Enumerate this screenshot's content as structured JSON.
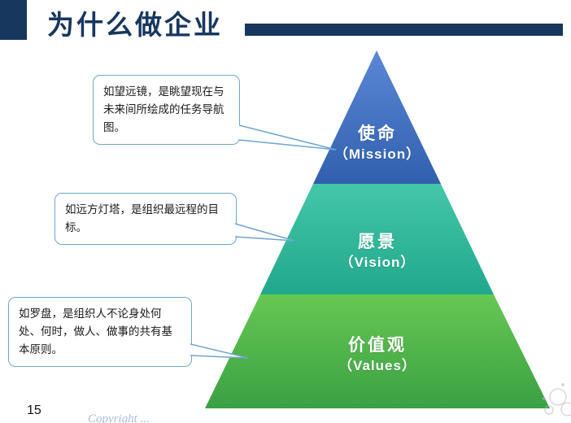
{
  "slide": {
    "title": "为什么做企业",
    "page_number": "15",
    "watermark": "Copyright ..."
  },
  "pyramid": {
    "type": "pyramid-diagram",
    "levels": [
      {
        "label_cn": "使命",
        "label_en": "（Mission）",
        "color": "#3f6fc1"
      },
      {
        "label_cn": "愿景",
        "label_en": "（Vision）",
        "color": "#2db49a"
      },
      {
        "label_cn": "价值观",
        "label_en": "（Values）",
        "color": "#4fb54a"
      }
    ]
  },
  "callouts": [
    {
      "text": "如望远镜，是眺望现在与未来间所绘成的任务导航图。"
    },
    {
      "text": "如远方灯塔，是组织最远程的目标。"
    },
    {
      "text": "如罗盘，是组织人不论身处何处、何时，做人、做事的共有基本原则。"
    }
  ],
  "colors": {
    "title_navy": "#17375e",
    "callout_border": "#6fa6cf",
    "mission_blue": "#3f6fc1",
    "vision_teal": "#2db49a",
    "values_green": "#4fb54a"
  }
}
